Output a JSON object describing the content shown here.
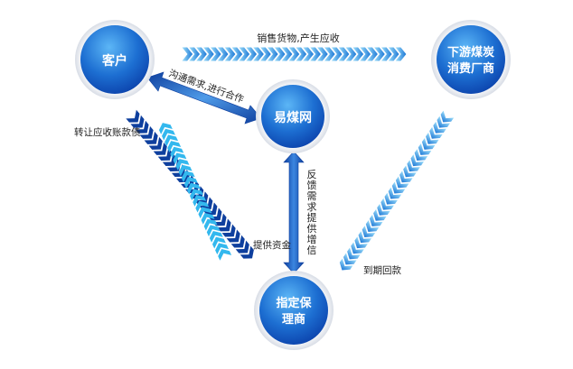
{
  "colors": {
    "node_light": "#4aa8f0",
    "node_dark": "#0a3ea8",
    "chevron_light": "#33b8ee",
    "chevron_dark": "#0e3f9e",
    "arrow_blue": "#1f5cc8",
    "text": "#222222"
  },
  "nodes": {
    "customer": {
      "label": "客户"
    },
    "downstream": {
      "lines": [
        "下游煤炭",
        "消费厂商"
      ]
    },
    "platform": {
      "label": "易煤网"
    },
    "factor": {
      "lines": [
        "指定保",
        "理商"
      ]
    }
  },
  "edges": {
    "sales": {
      "label": "销售货物,产生应收"
    },
    "communicate": {
      "label": "沟通需求,进行合作"
    },
    "feedback": {
      "chars": [
        "反",
        "馈",
        "需",
        "求",
        "提",
        "供",
        "增",
        "信"
      ]
    },
    "transfer": {
      "label": "转让应收账款债"
    },
    "funding": {
      "label": "提供资金"
    },
    "repay": {
      "label": "到期回款"
    }
  }
}
